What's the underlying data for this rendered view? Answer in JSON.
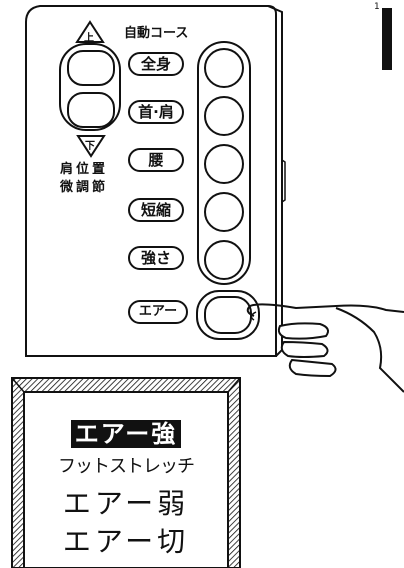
{
  "page_marker": "1",
  "remote": {
    "course_title": "自動コース",
    "up_arrow_label": "上",
    "down_arrow_label": "下",
    "position_adjust_label": [
      "肩位置",
      "微調節"
    ],
    "buttons": [
      {
        "label": "全身"
      },
      {
        "label": "首·肩"
      },
      {
        "label": "腰"
      },
      {
        "label": "短縮"
      },
      {
        "label": "強さ"
      },
      {
        "label": "エアー"
      }
    ]
  },
  "display": {
    "lines": [
      {
        "text": "エアー強",
        "highlighted": true
      },
      {
        "text": "フットストレッチ",
        "highlighted": false
      },
      {
        "text": "エアー弱",
        "highlighted": false
      },
      {
        "text": "エアー切",
        "highlighted": false
      }
    ]
  },
  "colors": {
    "ink": "#111111",
    "paper": "#ffffff",
    "highlight_bg": "#111111",
    "highlight_fg": "#ffffff"
  }
}
